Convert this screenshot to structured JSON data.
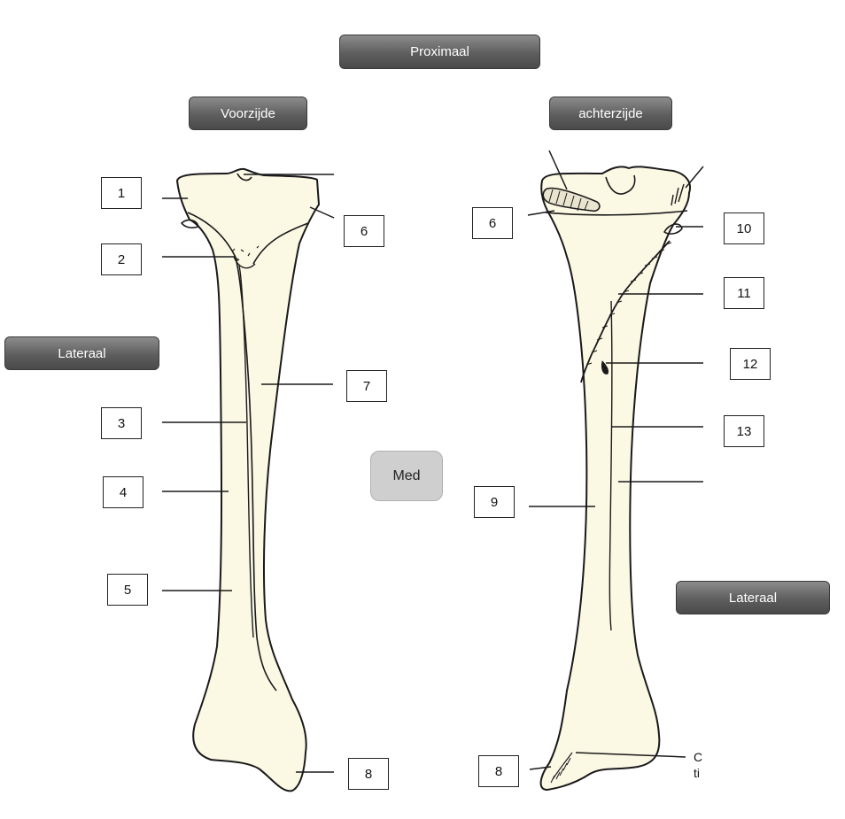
{
  "headers": {
    "proximal": "Proximaal",
    "front": "Voorzijde",
    "back": "achterzijde",
    "lateral_left": "Lateraal",
    "lateral_right": "Lateraal",
    "medial": "Med"
  },
  "front_labels": [
    "1",
    "2",
    "3",
    "4",
    "5",
    "6",
    "7",
    "8"
  ],
  "back_labels": [
    "6",
    "10",
    "11",
    "12",
    "13",
    "9",
    "8"
  ],
  "cut_text": [
    "C",
    "ti"
  ],
  "colors": {
    "bone_fill": "#fbf8e4",
    "outline": "#1a1a1a",
    "pill_dark": "#5e5e5e",
    "pill_light": "#cfcfcf"
  }
}
